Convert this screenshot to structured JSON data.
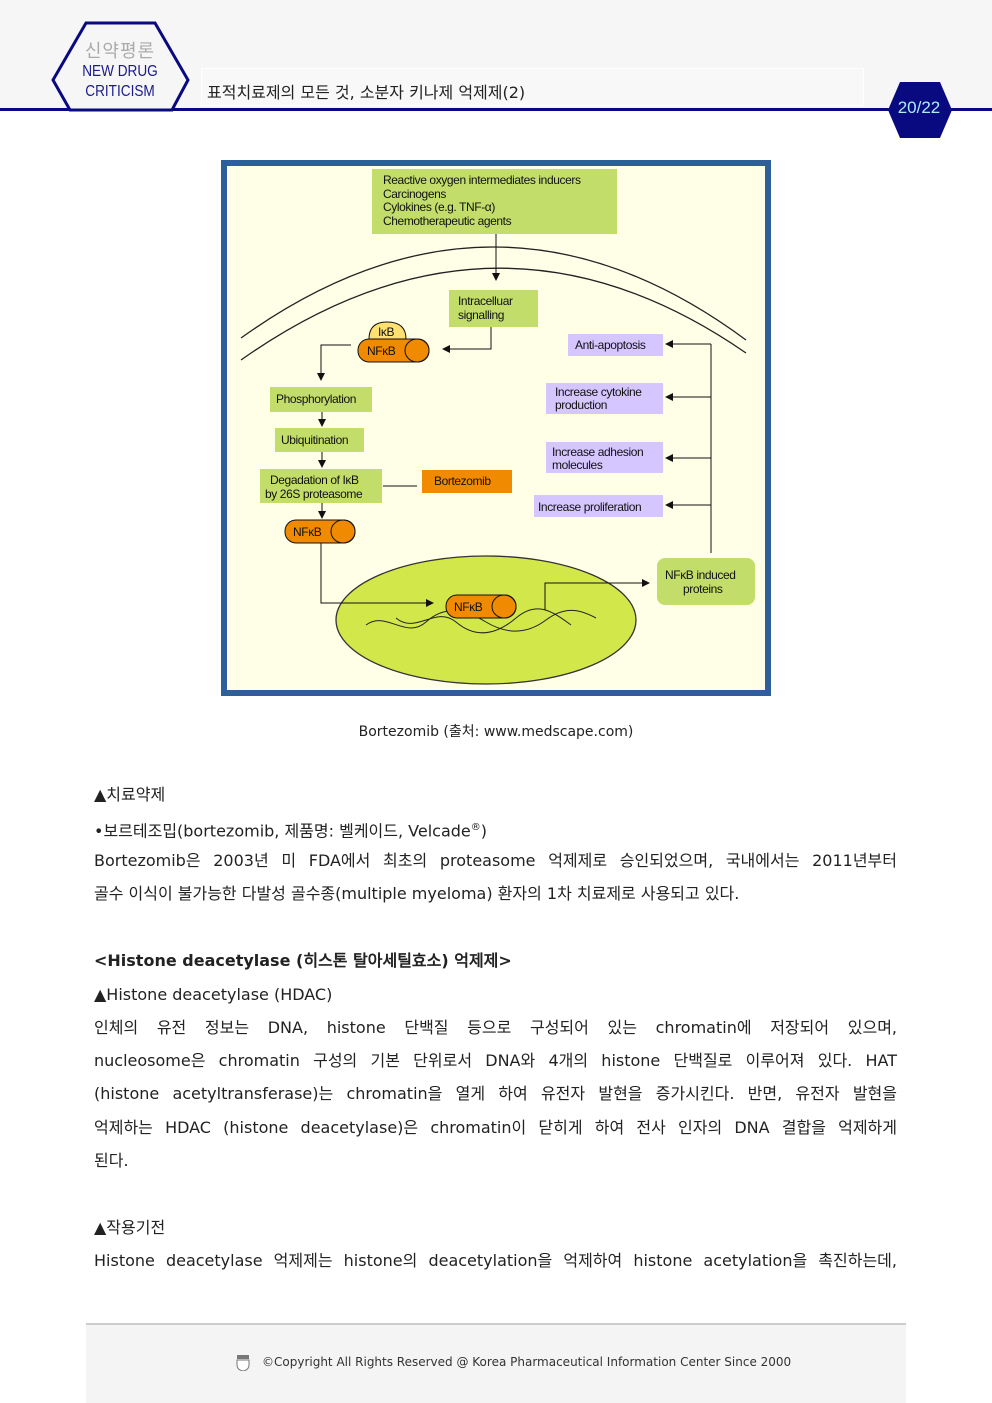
{
  "header": {
    "logo_ko": "신약평론",
    "logo_en1": "NEW DRUG",
    "logo_en2": "CRITICISM",
    "title": "표적치료제의 모든 것, 소분자 키나제 억제제(2)",
    "page": "20/22"
  },
  "figure": {
    "stimuli": [
      "Reactive oxygen intermediates inducers",
      "Carcinogens",
      "Cylokines (e.g. TNF-α)",
      "Chemotherapeutic agents"
    ],
    "intracellular": [
      "Intracelluar",
      "signalling"
    ],
    "ikb": "IκB",
    "nfkb": "NFκB",
    "phosphorylation": "Phosphorylation",
    "ubiquitination": "Ubiquitination",
    "degradation": [
      "Degadation of IκB",
      "by 26S proteasome"
    ],
    "bortezomib": "Bortezomib",
    "effects": {
      "anti_apoptosis": "Anti-apoptosis",
      "cytokine": [
        "Increase cytokine",
        "production"
      ],
      "adhesion": [
        "Increase adhesion",
        "molecules"
      ],
      "proliferation": "Increase proliferation"
    },
    "induced": [
      "NFκB induced",
      "proteins"
    ],
    "colors": {
      "border": "#2f5f9a",
      "green": "#c2dd6a",
      "orange": "#f08a00",
      "purple": "#d5c6ff",
      "bg": "#ffffe8"
    }
  },
  "caption": "Bortezomib (출처: www.medscape.com)",
  "body": {
    "h1": "▲치료약제",
    "drug": "•보르테조밉(bortezomib, 제품명: 벨케이드, Velcade",
    "drug_reg": "®",
    "drug_end": ")",
    "p1": [
      "Bortezomib은 2003년 미 FDA에서 최초의 proteasome 억제제로 승인되었으며, 국내에서는 2011년부터",
      "골수 이식이 불가능한 다발성 골수종(multiple myeloma) 환자의 1차 치료제로 사용되고 있다."
    ],
    "section": "<Histone deacetylase (히스톤 탈아세틸효소) 억제제>",
    "h2": "▲Histone deacetylase (HDAC)",
    "p2": [
      "인체의 유전 정보는 DNA, histone 단백질 등으로 구성되어 있는 chromatin에 저장되어 있으며,",
      "nucleosome은 chromatin 구성의 기본 단위로서 DNA와 4개의 histone 단백질로 이루어져 있다. HAT",
      "(histone acetyltransferase)는 chromatin을 열게 하여 유전자 발현을 증가시킨다. 반면, 유전자 발현을",
      "억제하는 HDAC (histone deacetylase)은 chromatin이 닫히게 하여 전사 인자의 DNA 결합을 억제하게",
      "된다."
    ],
    "h3": "▲작용기전",
    "p3": [
      "Histone deacetylase 억제제는 histone의 deacetylation을 억제하여 histone acetylation을 촉진하는데,"
    ]
  },
  "footer": {
    "text": "©Copyright All Rights Reserved @ Korea Pharmaceutical Information Center Since 2000"
  }
}
